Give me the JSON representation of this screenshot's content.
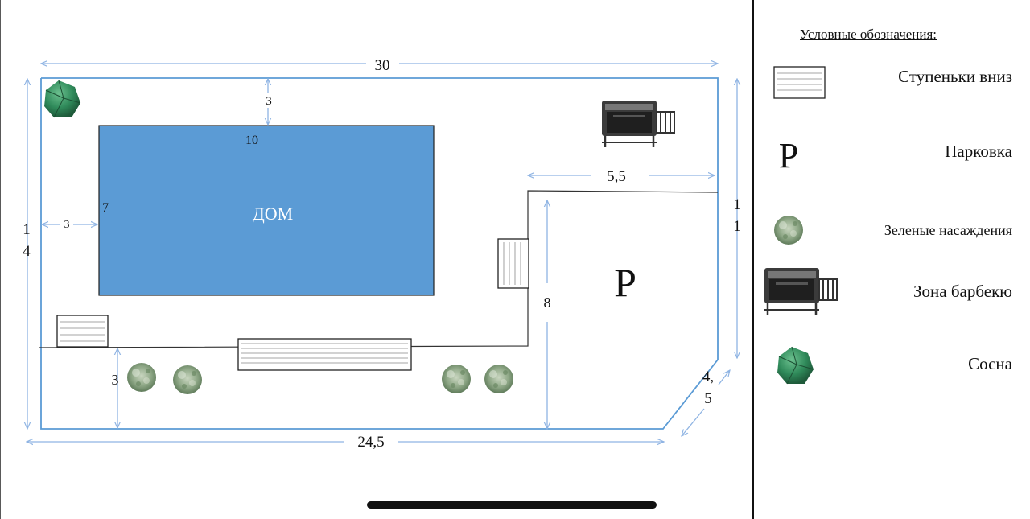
{
  "plan": {
    "house_label": "ДОМ",
    "parking_symbol": "P",
    "dimensions": {
      "top_width": "30",
      "bottom_width": "24,5",
      "left_height": "1\n4",
      "right_height": "1\n1",
      "house_to_top": "3",
      "house_width": "10",
      "house_height": "7",
      "house_to_left": "3",
      "parking_width": "5,5",
      "parking_depth": "8",
      "strip_depth": "3",
      "corner_cut": "4,\n5"
    }
  },
  "legend": {
    "title": "Условные обозначения:",
    "items": [
      {
        "label": "Ступеньки вниз",
        "icon": "stairs-icon"
      },
      {
        "label": "Парковка",
        "icon": "parking-icon",
        "symbol": "P"
      },
      {
        "label": "Зеленые насаждения",
        "icon": "shrub-icon"
      },
      {
        "label": "Зона барбекю",
        "icon": "bbq-grill-icon"
      },
      {
        "label": "Сосна",
        "icon": "pine-icon"
      }
    ]
  },
  "colors": {
    "house_fill": "#5b9bd5",
    "dimension_line": "#8fb4e3",
    "plot_outline": "#5b9bd5",
    "shrub": "#8fa887",
    "pine": "#3a8a5e"
  }
}
